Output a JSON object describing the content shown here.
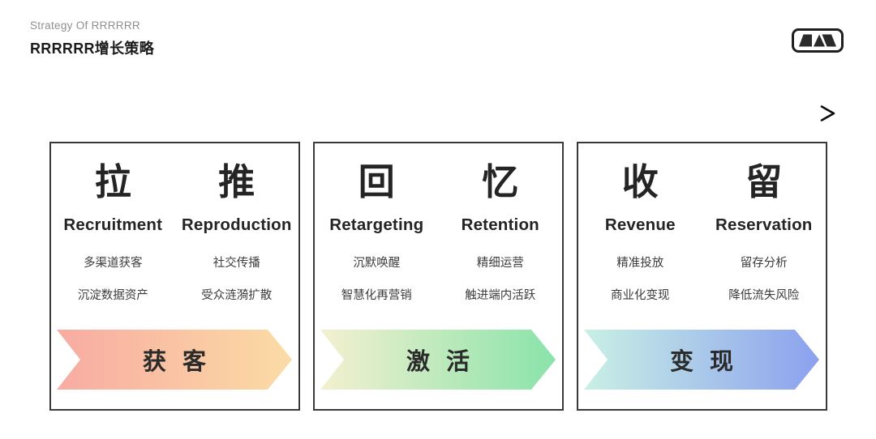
{
  "header": {
    "subtitle": "Strategy Of RRRRRR",
    "title": "RRRRRR增长策略"
  },
  "logo": {
    "name": "geometric-mountain-logo",
    "color": "#1f1f1f"
  },
  "flow_arrow": {
    "direction": "right",
    "gradient_from": "#e9e9e9",
    "gradient_to": "#0d0d0d"
  },
  "stages": [
    {
      "columns": [
        {
          "keyword": "拉",
          "label": "Recruitment",
          "points": [
            "多渠道获客",
            "沉淀数据资产"
          ]
        },
        {
          "keyword": "推",
          "label": "Reproduction",
          "points": [
            "社交传播",
            "受众涟漪扩散"
          ]
        }
      ],
      "banner": {
        "text": "获 客",
        "gradient_from": "#f8aba2",
        "gradient_to": "#fbdca5"
      }
    },
    {
      "columns": [
        {
          "keyword": "回",
          "label": "Retargeting",
          "points": [
            "沉默唤醒",
            "智慧化再营销"
          ]
        },
        {
          "keyword": "忆",
          "label": "Retention",
          "points": [
            "精细运营",
            "触进端内活跃"
          ]
        }
      ],
      "banner": {
        "text": "激 活",
        "gradient_from": "#f4f0d0",
        "gradient_to": "#89e3aa"
      }
    },
    {
      "columns": [
        {
          "keyword": "收",
          "label": "Revenue",
          "points": [
            "精准投放",
            "商业化变现"
          ]
        },
        {
          "keyword": "留",
          "label": "Reservation",
          "points": [
            "留存分析",
            "降低流失风险"
          ]
        }
      ],
      "banner": {
        "text": "变 现",
        "gradient_from": "#c9f0e5",
        "gradient_to": "#8ba1ee"
      }
    }
  ]
}
